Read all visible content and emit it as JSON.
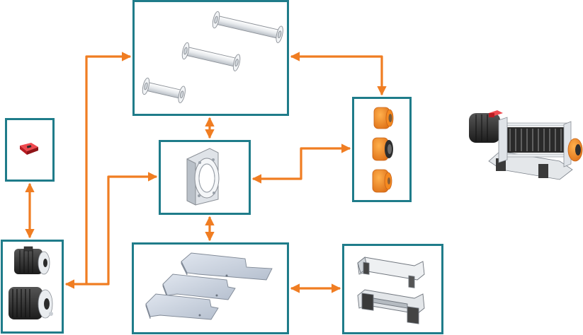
{
  "colors": {
    "box_border": "#1f7c8a",
    "arrow": "#f07d22",
    "part_orange": "#f5891f",
    "part_dark": "#2e2e2e",
    "part_light": "#e9ecef",
    "part_outline": "#8a8f96",
    "switch_red": "#d6242b"
  },
  "nodes": [
    {
      "id": "tubes",
      "icon": "tie-rod-tubes-icon"
    },
    {
      "id": "switch",
      "icon": "red-switch-icon"
    },
    {
      "id": "end-bearing",
      "icon": "end-bearing-plate-icon"
    },
    {
      "id": "orange-caps",
      "icon": "orange-end-cap-icon"
    },
    {
      "id": "motors",
      "icon": "motor-icon"
    },
    {
      "id": "plates",
      "icon": "base-plate-icon"
    },
    {
      "id": "fairleads",
      "icon": "fairlead-bracket-icon"
    },
    {
      "id": "assembly",
      "icon": "winch-assembly-icon"
    }
  ],
  "connections": [
    {
      "from": "tubes",
      "to": "end-bearing"
    },
    {
      "from": "tubes",
      "to": "orange-caps"
    },
    {
      "from": "motors",
      "to": "tubes"
    },
    {
      "from": "motors",
      "to": "end-bearing"
    },
    {
      "from": "switch",
      "to": "motors"
    },
    {
      "from": "end-bearing",
      "to": "orange-caps"
    },
    {
      "from": "end-bearing",
      "to": "plates"
    },
    {
      "from": "plates",
      "to": "fairleads"
    }
  ]
}
